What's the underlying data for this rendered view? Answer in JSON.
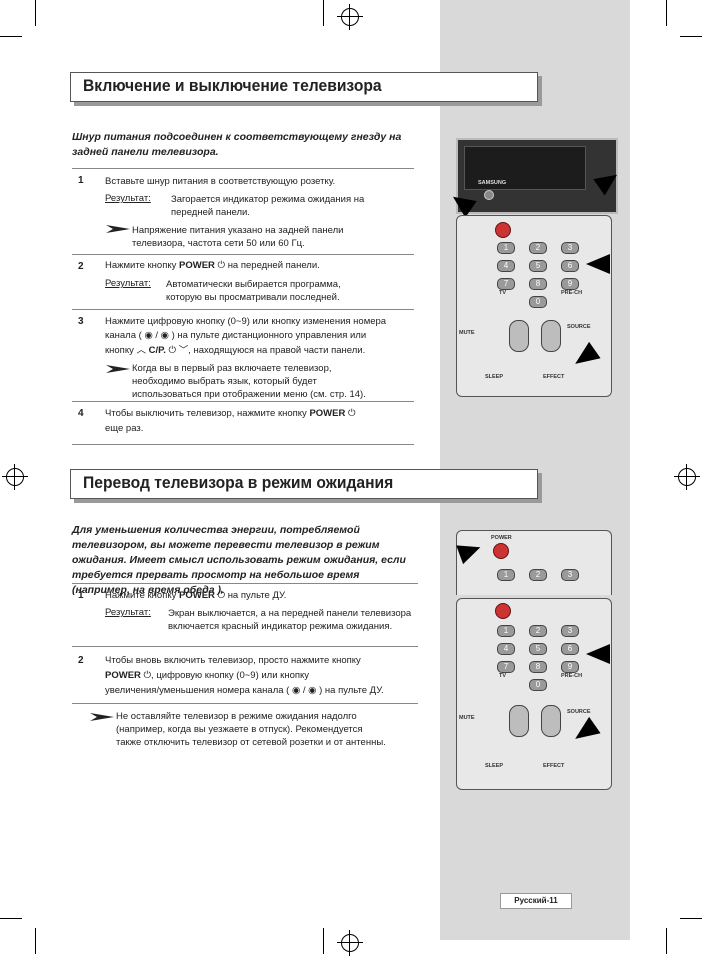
{
  "section1": {
    "title": "Включение и выключение телевизора",
    "intro": "Шнур питания подсоединен к соответствующему гнезду на задней панели телевизора.",
    "steps": [
      {
        "num": "1",
        "text": "Вставьте шнур питания в соответствующую розетку.",
        "result_label": "Результат:",
        "result_text": "Загорается индикатор режима ожидания на передней панели.",
        "note": "Напряжение питания указано на задней панели телевизора, частота сети 50 или 60 Гц."
      },
      {
        "num": "2",
        "text_a": "Нажмите кнопку",
        "key": "POWER",
        "text_b": "на передней панели.",
        "result_label": "Результат:",
        "result_text": "Автоматически выбирается программа, которую вы просматривали последней."
      },
      {
        "num": "3",
        "line1": "Нажмите цифровую кнопку (0~9) или кнопку изменения номера",
        "line2": "канала ( ◉ / ◉ ) на пульте дистанционного управления или",
        "line3_a": "кнопку",
        "line3_key": "C/P.",
        "line3_b": ", находящуюся на правой части панели.",
        "note": "Когда вы в первый раз включаете телевизор, необходимо выбрать язык, который будет использоваться при отображении меню (см. стр. 14)."
      },
      {
        "num": "4",
        "text_a": "Чтобы выключить телевизор, нажмите кнопку",
        "key": "POWER",
        "text_b": "еще раз."
      }
    ]
  },
  "section2": {
    "title": "Перевод телевизора в режим ожидания",
    "intro": "Для уменьшения количества энергии, потребляемой телевизором, вы можете перевести телевизор в режим ожидания. Имеет смысл использовать режим ожидания, если требуется прервать просмотр на небольшое время (например, на время обеда ).",
    "steps": [
      {
        "num": "1",
        "text_a": "Нажмите кнопку",
        "key": "POWER",
        "text_b": "на пульте ДУ.",
        "result_label": "Результат:",
        "result_text": "Экран выключается, а на передней панели телевизора включается красный индикатор режима ожидания."
      },
      {
        "num": "2",
        "line1": "Чтобы вновь включить телевизор, просто нажмите кнопку",
        "line2_key": "POWER",
        "line2_b": ", цифровую кнопку (0~9) или кнопку",
        "line3": "увеличения/уменьшения номера канала ( ◉ / ◉ ) на пульте ДУ."
      }
    ],
    "note": "Не оставляйте телевизор в режиме ожидания надолго (например, когда вы уезжаете в отпуск). Рекомендуется также отключить телевизор от сетевой розетки  и от антенны."
  },
  "remote": {
    "brand": "SAMSUNG",
    "power_label": "POWER",
    "mute_label": "MUTE",
    "source_label": "SOURCE",
    "tv_label": "TV",
    "prech_label": "PRE-CH",
    "sleep_label": "SLEEP",
    "effect_label": "EFFECT",
    "digits": [
      "1",
      "2",
      "3",
      "4",
      "5",
      "6",
      "7",
      "8",
      "9",
      "0"
    ]
  },
  "footer": {
    "page": "Русский-11"
  }
}
